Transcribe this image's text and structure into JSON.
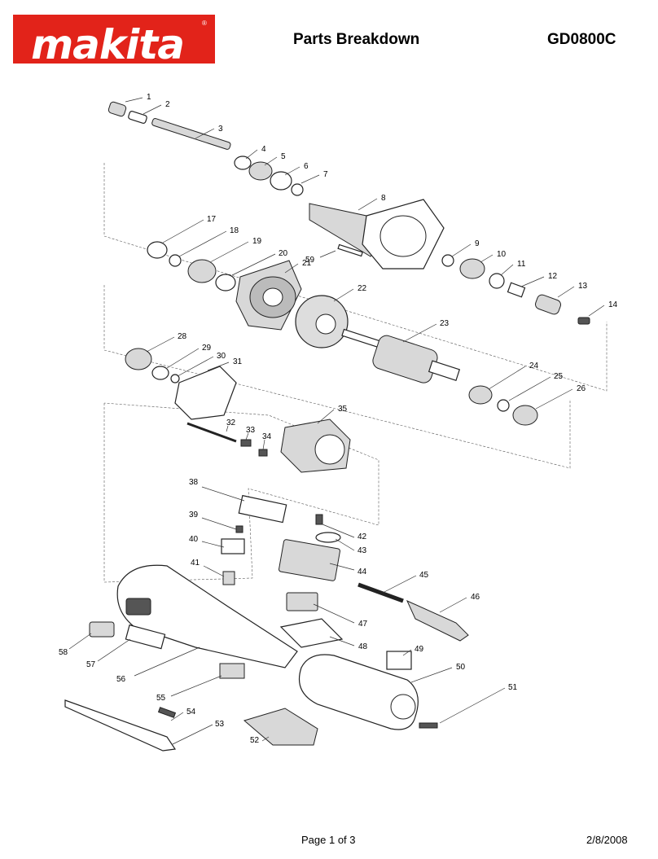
{
  "header": {
    "brand": "makita",
    "registered": "®",
    "title": "Parts Breakdown",
    "model": "GD0800C"
  },
  "parts": [
    "1",
    "2",
    "3",
    "4",
    "5",
    "6",
    "7",
    "8",
    "9",
    "10",
    "11",
    "12",
    "13",
    "14",
    "17",
    "18",
    "19",
    "20",
    "21",
    "22",
    "23",
    "24",
    "25",
    "26",
    "28",
    "29",
    "30",
    "31",
    "32",
    "33",
    "34",
    "35",
    "38",
    "39",
    "40",
    "41",
    "42",
    "43",
    "44",
    "45",
    "46",
    "47",
    "48",
    "49",
    "50",
    "51",
    "52",
    "53",
    "54",
    "55",
    "56",
    "57",
    "58",
    "59"
  ],
  "footer": {
    "page": "Page 1 of 3",
    "date": "2/8/2008"
  }
}
